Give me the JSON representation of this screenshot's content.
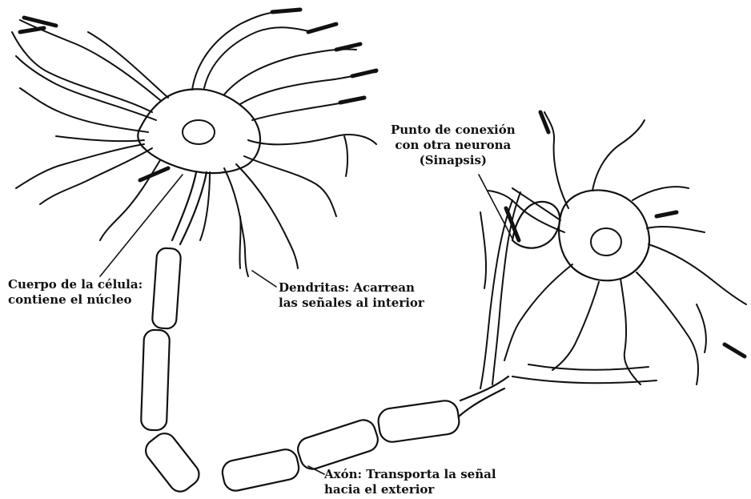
{
  "labels": {
    "cell_body": [
      "Cuerpo de la célula:",
      "contiene el núcleo"
    ],
    "dendrites": [
      "Dendritas: Acarrean",
      "las señales al interior"
    ],
    "synapse": [
      "Punto de conexión",
      "con otra neurona",
      "(Sinapsis)"
    ],
    "axon": [
      "Axón: Transporta la señal",
      "hacia el exterior"
    ]
  }
}
